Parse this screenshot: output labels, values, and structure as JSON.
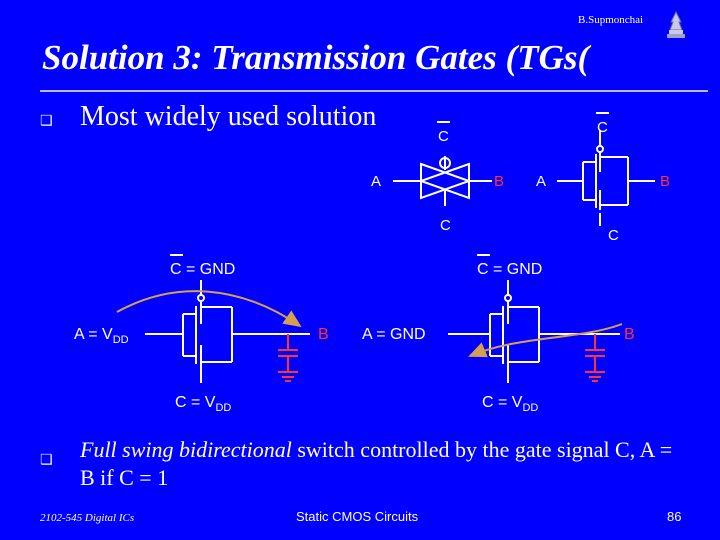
{
  "header": {
    "author": "B.Supmonchai"
  },
  "title": "Solution 3: Transmission Gates (TGs(",
  "bullets": [
    {
      "text": "Most widely used solution"
    },
    {
      "parts": [
        "Full swing",
        " ",
        "bidirectional",
        " switch controlled by the gate signal C, A = B if C = 1"
      ]
    }
  ],
  "tg_symbol": {
    "a": "A",
    "b": "B",
    "c_bar": "C",
    "c": "C"
  },
  "tg_transistor": {
    "a": "A",
    "b": "B",
    "c_bar": "C",
    "c": "C"
  },
  "circuit_left": {
    "c_bar": "C",
    "c_bar_rest": " = GND",
    "a": "A = V",
    "a_sub": "DD",
    "b": "B",
    "c": "C = V",
    "c_sub": "DD"
  },
  "circuit_right": {
    "c_bar": "C",
    "c_bar_rest": " = GND",
    "a": "A = GND",
    "b": "B",
    "c": "C = V",
    "c_sub": "DD"
  },
  "footer": {
    "left": "2102-545 Digital ICs",
    "center": "Static CMOS Circuits",
    "page": "86"
  },
  "colors": {
    "background": "#0000ff",
    "text": "#ffffff",
    "signal_b": "#ff3333",
    "ground": "#ff3333",
    "arrow": "#d4a050"
  }
}
